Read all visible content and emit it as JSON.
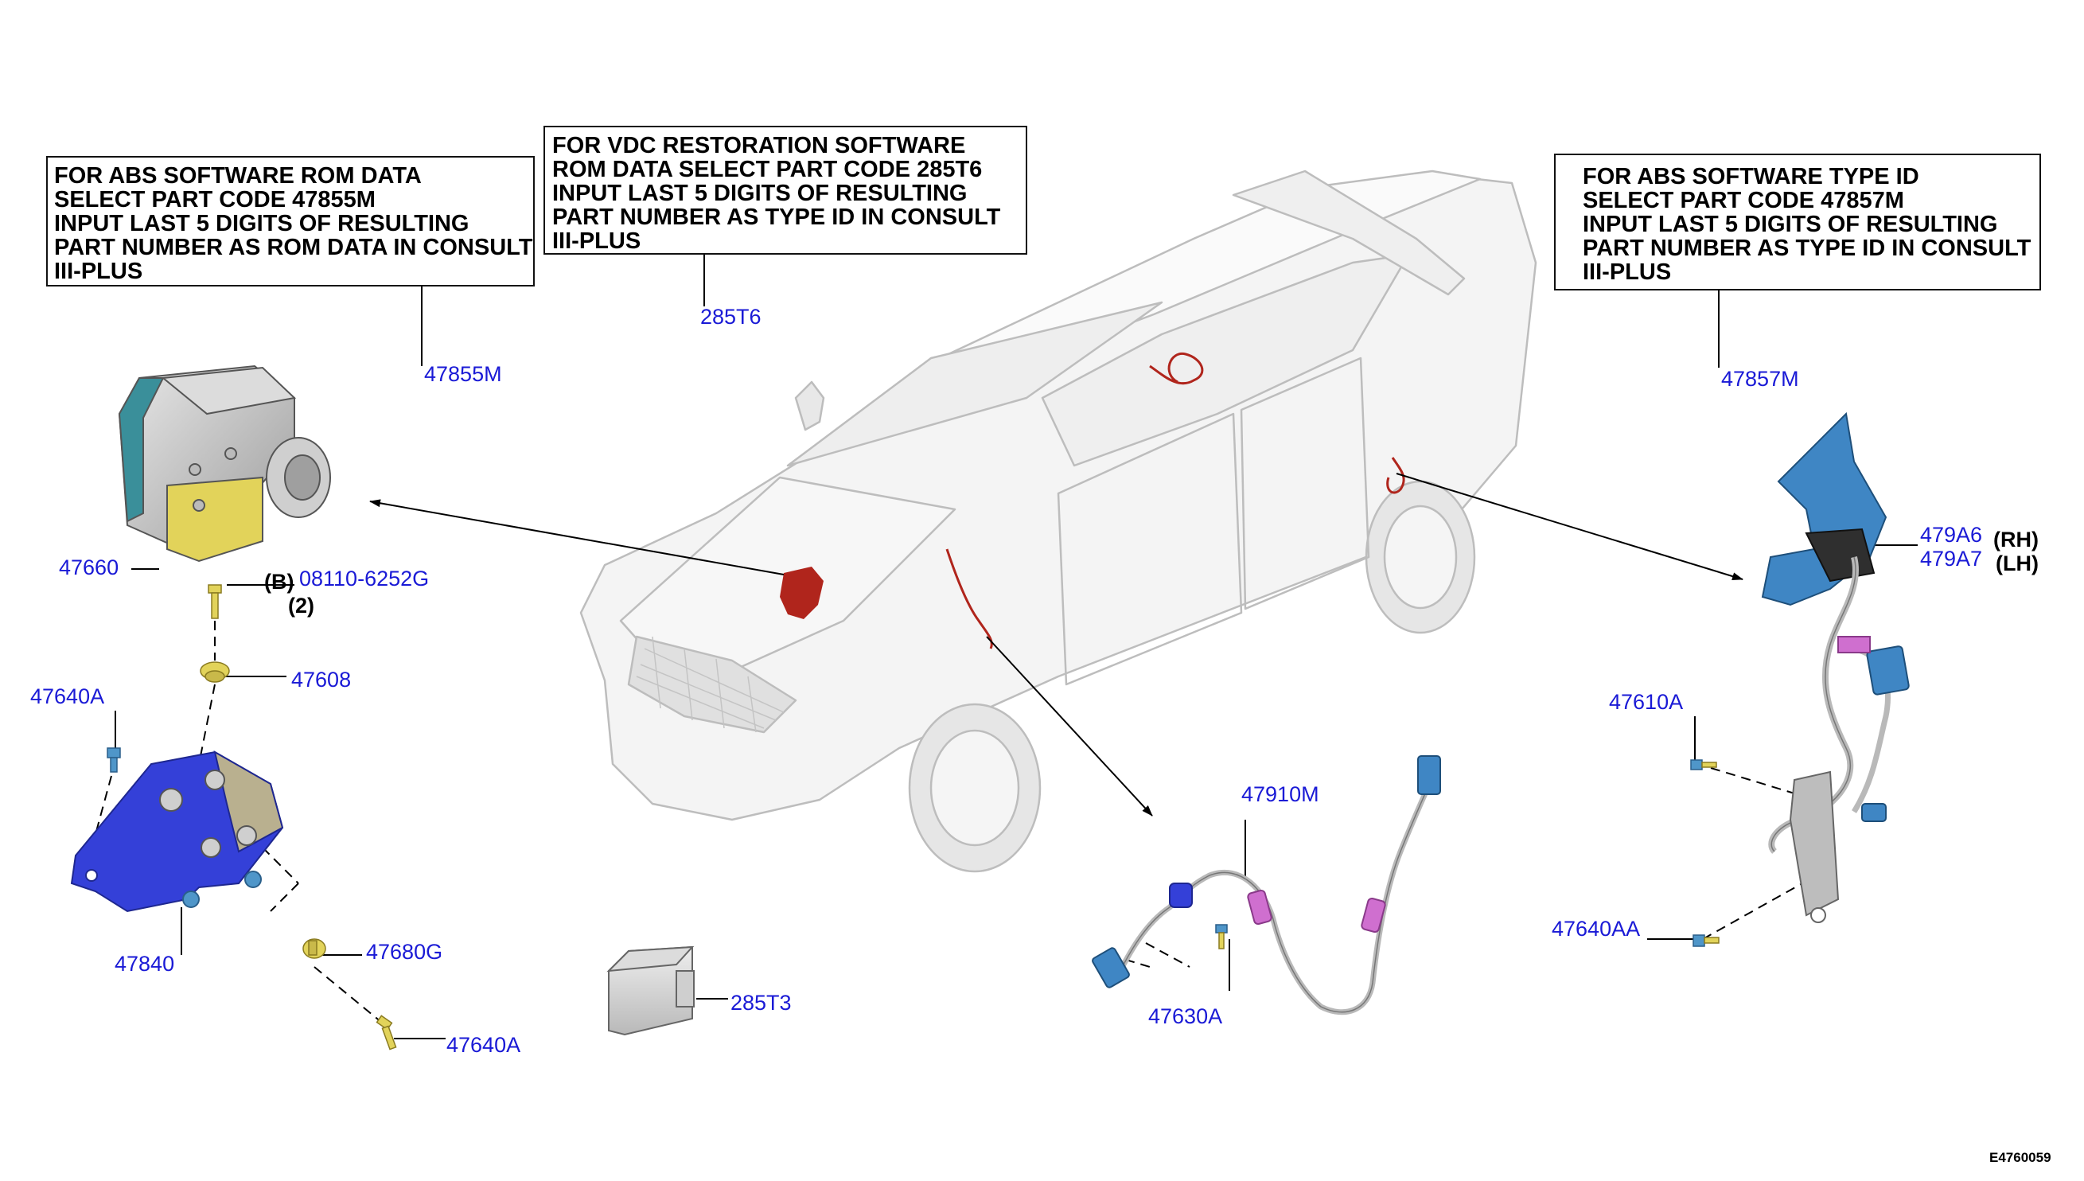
{
  "notes": {
    "abs_rom": {
      "lines": [
        "FOR ABS SOFTWARE ROM DATA",
        "SELECT PART CODE 47855M",
        "INPUT LAST 5 DIGITS OF RESULTING",
        "PART NUMBER AS ROM DATA IN CONSULT",
        "III-PLUS"
      ]
    },
    "vdc": {
      "lines": [
        "FOR VDC RESTORATION SOFTWARE",
        "ROM DATA SELECT PART CODE 285T6",
        "INPUT LAST 5 DIGITS OF RESULTING",
        "PART NUMBER AS TYPE ID IN CONSULT",
        "III-PLUS"
      ]
    },
    "abs_type": {
      "lines": [
        "FOR ABS SOFTWARE TYPE ID",
        "SELECT PART CODE 47857M",
        "INPUT LAST 5 DIGITS OF RESULTING",
        "PART NUMBER AS TYPE ID IN CONSULT",
        "III-PLUS"
      ]
    }
  },
  "callouts": {
    "c_285T6": "285T6",
    "c_47855M": "47855M",
    "c_47857M": "47857M",
    "c_47660": "47660",
    "c_08110": "08110-6252G",
    "c_47608": "47608",
    "c_47640A_left": "47640A",
    "c_47840": "47840",
    "c_47680G": "47680G",
    "c_47640A_bottom": "47640A",
    "c_285T3": "285T3",
    "c_47910M": "47910M",
    "c_47630A": "47630A",
    "c_479A6": "479A6",
    "c_479A7": "479A7",
    "c_47610A": "47610A",
    "c_47640AA": "47640AA"
  },
  "qualifiers": {
    "q_B": "(B)",
    "q_2": "(2)",
    "q_RH": "(RH)",
    "q_LH": "(LH)"
  },
  "figure_id": "E4760059",
  "colors": {
    "callout_text": "#1a1ad6",
    "harness": "#b0251c",
    "bracket_blue": "#3440d8",
    "sensor_blue": "#3f86c4",
    "abs_gold": "#e2d35a",
    "connector_pink": "#cf6fcf",
    "car_outline": "#b5b5b5"
  },
  "icons": [
    "abs-actuator-unit-icon",
    "abs-bracket-icon",
    "vdc-control-unit-icon",
    "front-wheel-speed-sensor-icon",
    "rear-wheel-speed-sensor-icon",
    "car-body-icon"
  ]
}
